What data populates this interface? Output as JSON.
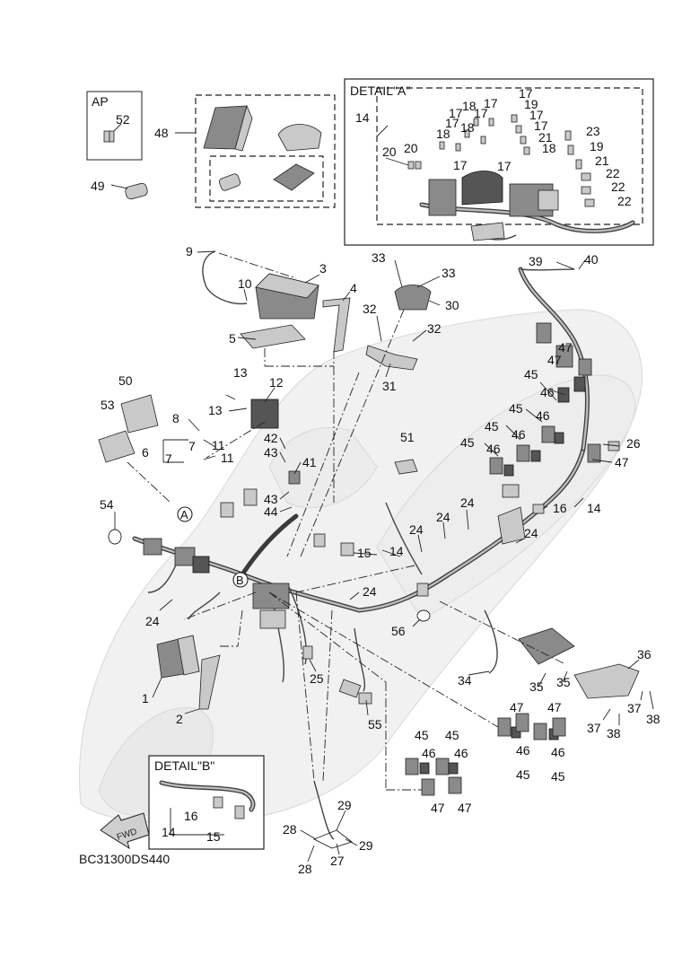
{
  "diagram_code": "BC31300DS440",
  "fwd_label": "FWD",
  "detail_a": {
    "title": "DETAIL\"A\""
  },
  "detail_b": {
    "title": "DETAIL\"B\""
  },
  "ap_box": {
    "title": "AP"
  },
  "circle_a": "A",
  "circle_b": "B",
  "callouts": {
    "c1": "1",
    "c2": "2",
    "c3": "3",
    "c4": "4",
    "c5": "5",
    "c6": "6",
    "c7a": "7",
    "c7b": "7",
    "c8": "8",
    "c9": "9",
    "c10": "10",
    "c11a": "11",
    "c11b": "11",
    "c12": "12",
    "c13a": "13",
    "c13b": "13",
    "c14_main": "14",
    "c14_da": "14",
    "c14_db": "14",
    "c14_r": "14",
    "c15": "15",
    "c15_db": "15",
    "c16": "16",
    "c16_db": "16",
    "c17a": "17",
    "c17b": "17",
    "c17c": "17",
    "c17d": "17",
    "c17e": "17",
    "c17f": "17",
    "c17g": "17",
    "c17h": "17",
    "c17i": "17",
    "c18a": "18",
    "c18b": "18",
    "c18c": "18",
    "c18d": "18",
    "c19a": "19",
    "c19b": "19",
    "c20a": "20",
    "c20b": "20",
    "c21a": "21",
    "c21b": "21",
    "c22a": "22",
    "c22b": "22",
    "c22c": "22",
    "c23": "23",
    "c24a": "24",
    "c24b": "24",
    "c24c": "24",
    "c24d": "24",
    "c24e": "24",
    "c24f": "24",
    "c25": "25",
    "c26": "26",
    "c27": "27",
    "c28a": "28",
    "c28b": "28",
    "c29a": "29",
    "c29b": "29",
    "c30": "30",
    "c31": "31",
    "c32a": "32",
    "c32b": "32",
    "c33a": "33",
    "c33b": "33",
    "c34": "34",
    "c35a": "35",
    "c35b": "35",
    "c36": "36",
    "c37a": "37",
    "c37b": "37",
    "c38a": "38",
    "c38b": "38",
    "c39": "39",
    "c40": "40",
    "c41": "41",
    "c42": "42",
    "c43a": "43",
    "c43b": "43",
    "c44": "44",
    "c45a": "45",
    "c45b": "45",
    "c45c": "45",
    "c45d": "45",
    "c45e": "45",
    "c45f": "45",
    "c45g": "45",
    "c45h": "45",
    "c46a": "46",
    "c46b": "46",
    "c46c": "46",
    "c46d": "46",
    "c46e": "46",
    "c46f": "46",
    "c46g": "46",
    "c47a": "47",
    "c47b": "47",
    "c47c": "47",
    "c47d": "47",
    "c47e": "47",
    "c47f": "47",
    "c47g": "47",
    "c48": "48",
    "c49": "49",
    "c50": "50",
    "c51": "51",
    "c52": "52",
    "c53": "53",
    "c54": "54",
    "c55": "55",
    "c56": "56"
  }
}
